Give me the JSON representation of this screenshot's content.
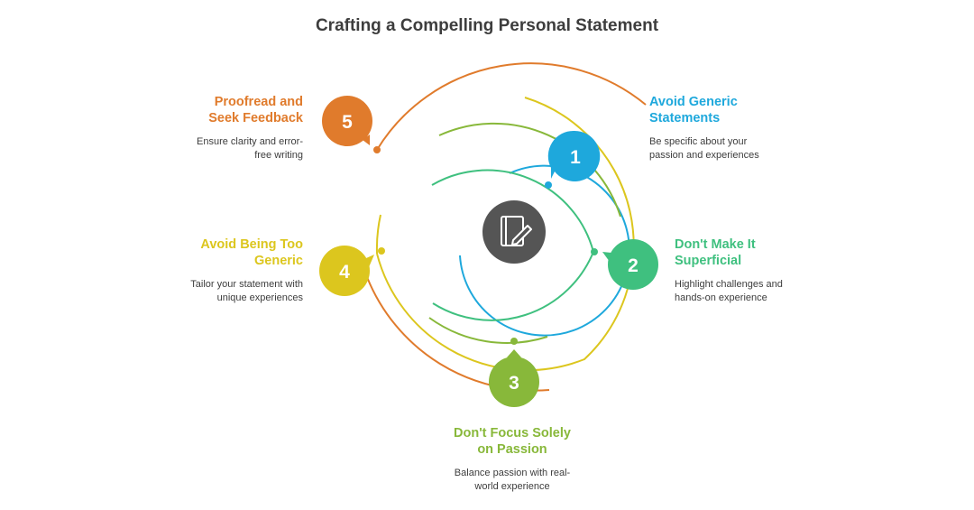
{
  "title": "Crafting a Compelling Personal Statement",
  "steps": [
    {
      "number": "1",
      "heading_line1": "Avoid Generic",
      "heading_line2": "Statements",
      "desc_line1": "Be specific about your",
      "desc_line2": "passion and experiences",
      "color": "#1ea8dc"
    },
    {
      "number": "2",
      "heading_line1": "Don't Make It",
      "heading_line2": "Superficial",
      "desc_line1": "Highlight challenges and",
      "desc_line2": "hands-on experience",
      "color": "#3fc07f"
    },
    {
      "number": "3",
      "heading_line1": "Don't Focus Solely",
      "heading_line2": "on Passion",
      "desc_line1": "Balance passion with real-",
      "desc_line2": "world experience",
      "color": "#88b83a"
    },
    {
      "number": "4",
      "heading_line1": "Avoid Being Too",
      "heading_line2": "Generic",
      "desc_line1": "Tailor your statement with",
      "desc_line2": "unique experiences",
      "color": "#dcc61e"
    },
    {
      "number": "5",
      "heading_line1": "Proofread and",
      "heading_line2": "Seek Feedback",
      "desc_line1": "Ensure clarity and error-",
      "desc_line2": "free writing",
      "color": "#e07b2c"
    }
  ],
  "center_icon": "notebook-pen-icon"
}
